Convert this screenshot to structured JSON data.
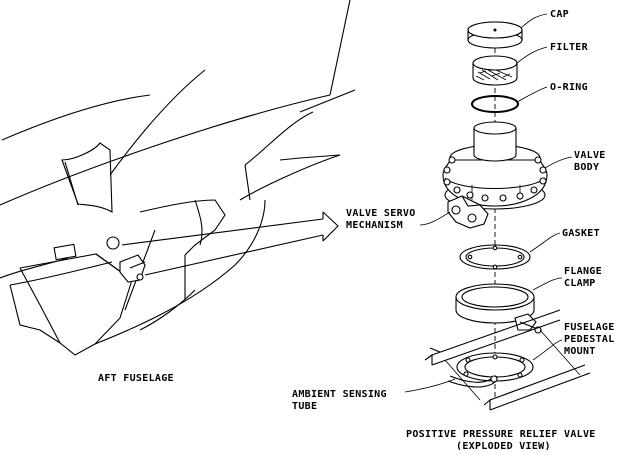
{
  "labels": {
    "cap": "CAP",
    "filter": "FILTER",
    "o_ring": "O-RING",
    "valve_body_1": "VALVE",
    "valve_body_2": "BODY",
    "servo_1": "VALVE SERVO",
    "servo_2": "MECHANISM",
    "gasket": "GASKET",
    "flange_1": "FLANGE",
    "flange_2": "CLAMP",
    "pedestal_1": "FUSELAGE",
    "pedestal_2": "PEDESTAL",
    "pedestal_3": "MOUNT",
    "ambient_1": "AMBIENT SENSING",
    "ambient_2": "TUBE",
    "aft_fuselage": "AFT FUSELAGE",
    "caption_1": "POSITIVE PRESSURE RELIEF VALVE",
    "caption_2": "(EXPLODED VIEW)"
  }
}
